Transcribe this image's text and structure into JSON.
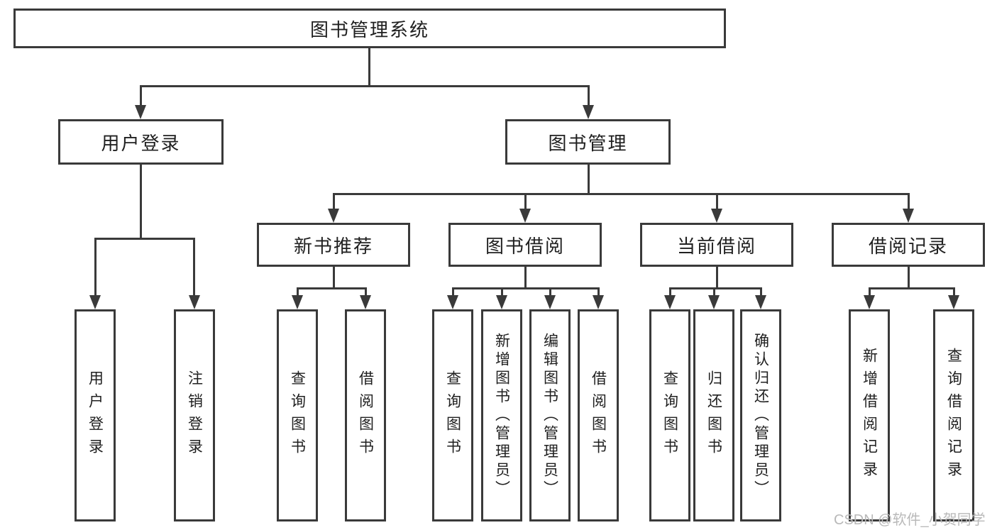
{
  "colors": {
    "line": "#3a3a3a",
    "text": "#202020",
    "box_fill": "#ffffff",
    "watermark": "#b9b9b9",
    "background": "#ffffff"
  },
  "nodes": {
    "root": "图书管理系统",
    "level2": {
      "user_login": "用户登录",
      "book_management": "图书管理"
    },
    "level3": {
      "new_book_recommend": "新书推荐",
      "book_borrow": "图书借阅",
      "current_borrow": "当前借阅",
      "borrow_records": "借阅记录"
    },
    "level4": {
      "user_login_leaf": "用户登录",
      "logout": "注销登录",
      "nbr_query_books": "查询图书",
      "nbr_borrow_books": "借阅图书",
      "bb_query_books": "查询图书",
      "bb_add_books_admin": "新增图书（管理员）",
      "bb_edit_books_admin": "编辑图书（管理员）",
      "bb_borrow_books": "借阅图书",
      "cb_query_books": "查询图书",
      "cb_return_books": "归还图书",
      "cb_confirm_return_admin": "确认归还（管理员）",
      "br_add_record": "新增借阅记录",
      "br_query_record": "查询借阅记录"
    }
  },
  "watermark": {
    "text": "CSDN @软件_小贺同学"
  }
}
